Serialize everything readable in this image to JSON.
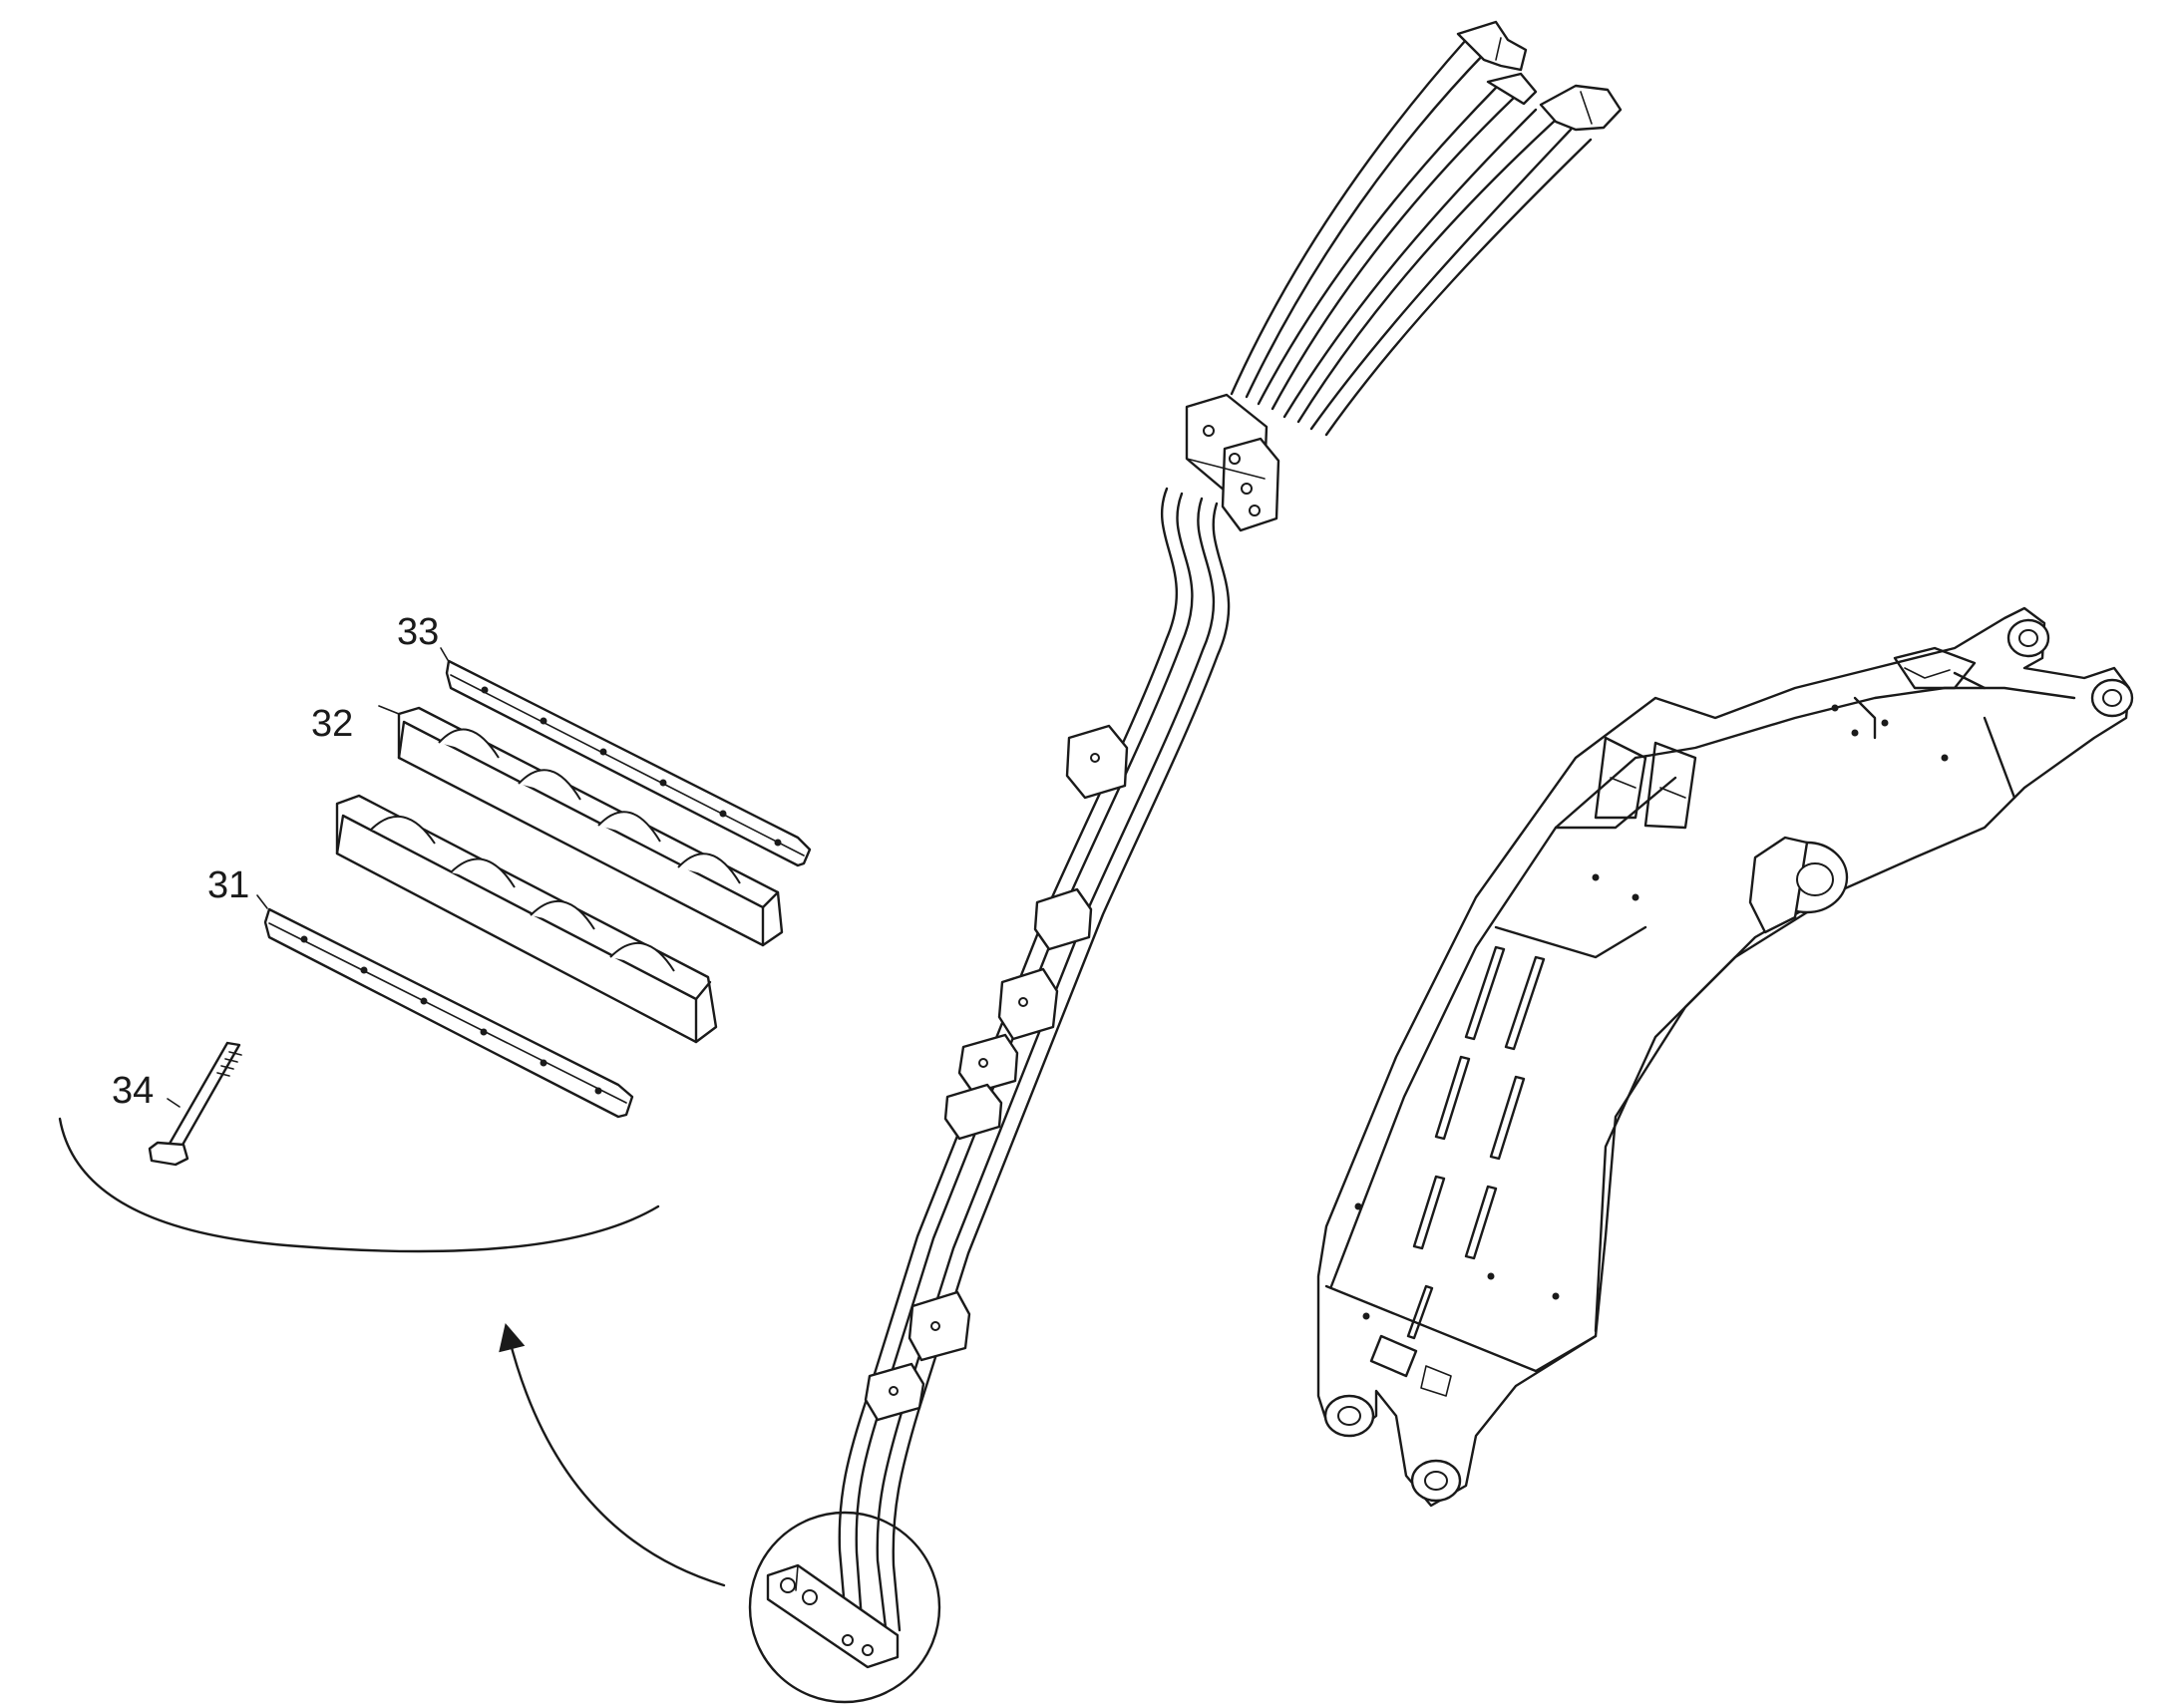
{
  "callouts": [
    {
      "id": "31",
      "label": "31"
    },
    {
      "id": "32",
      "label": "32"
    },
    {
      "id": "33",
      "label": "33"
    },
    {
      "id": "34",
      "label": "34"
    }
  ],
  "colors": {
    "line": "#1a1a1a",
    "background": "#ffffff"
  }
}
